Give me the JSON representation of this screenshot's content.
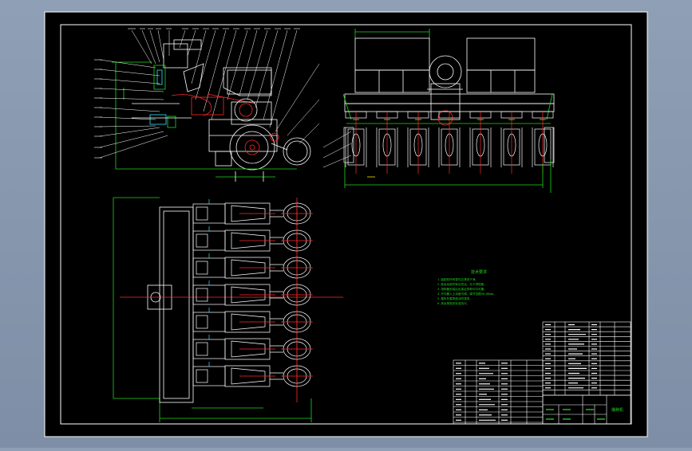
{
  "drawing": {
    "background_color": "#000000",
    "viewport_color": "#8a9ab0",
    "line_colors": {
      "white": "#ffffff",
      "red": "#ff2a2a",
      "green": "#1fd81f",
      "cyan": "#33e0ff",
      "yellow": "#ffe000",
      "magenta": "#ff40ff"
    },
    "technical_requirements": {
      "heading": "技术要求",
      "lines": [
        "1.装配前所有零件应清洗干净。",
        "2.各运动部件转动灵活，无卡滞现象。",
        "3.排种器安装后应保证排种均匀可靠。",
        "4.开沟器入土深度可调，调节范围30~80mm。",
        "5.整机外露表面涂防锈漆。",
        "6.其余按相关标准执行。"
      ]
    },
    "title_block": {
      "drawing_title": "播种机"
    }
  }
}
